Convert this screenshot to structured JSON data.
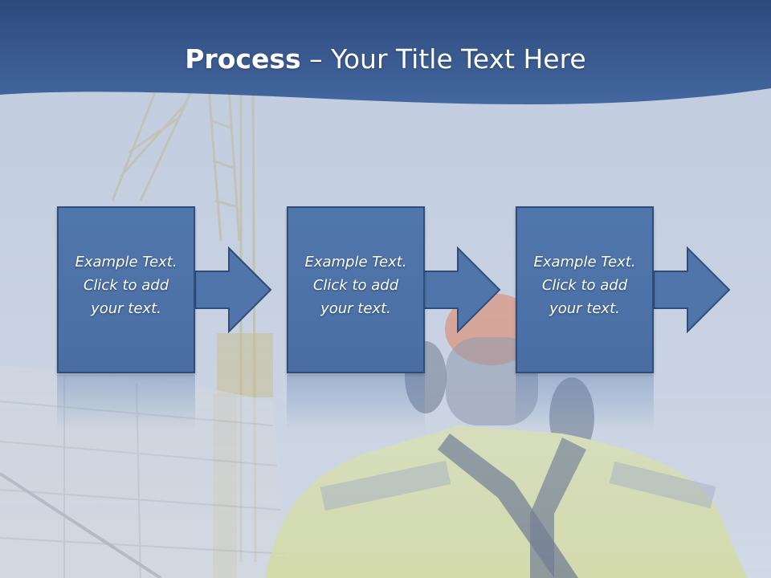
{
  "slide": {
    "title_bold": "Process",
    "title_rest": " – Your Title Text Here",
    "steps": [
      {
        "text": "Example Text.\nClick  to add\nyour text."
      },
      {
        "text": "Example Text.\nClick  to add\nyour text."
      },
      {
        "text": "Example Text.\nClick  to add\nyour text."
      }
    ]
  },
  "colors": {
    "header": "#3d5f95",
    "box_fill": "#4f75ab",
    "box_border": "#2f4d78",
    "background": "#c9d3e3"
  }
}
